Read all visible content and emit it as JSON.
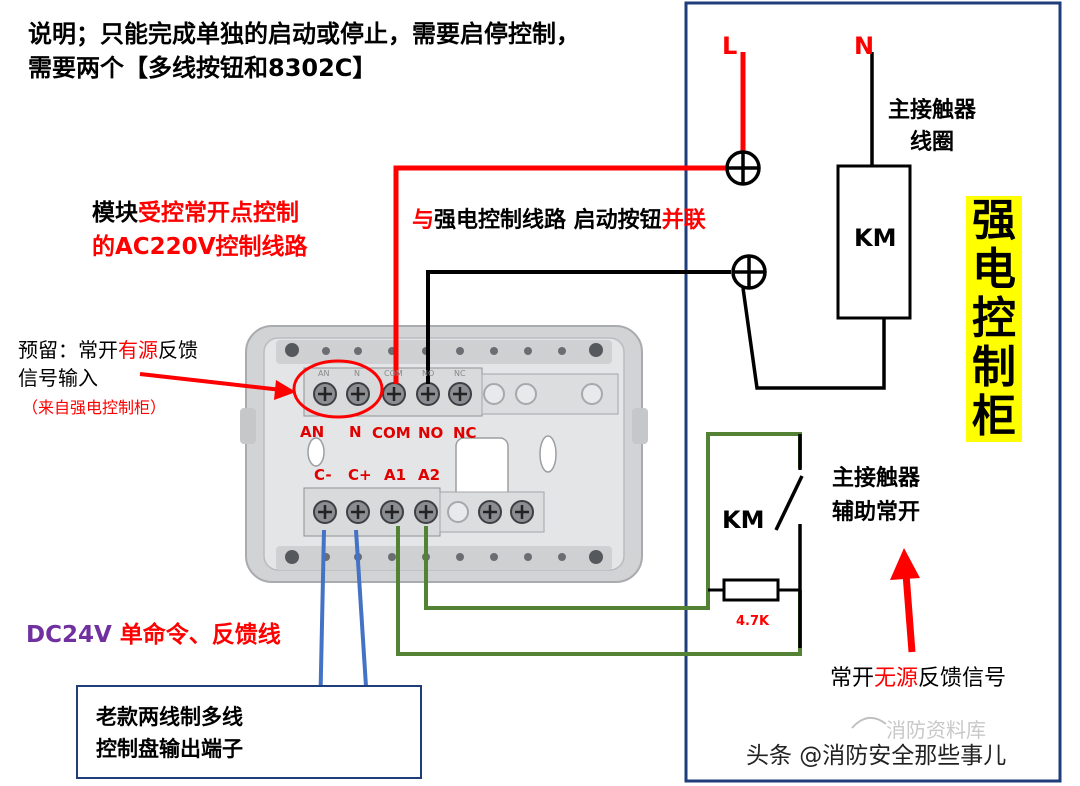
{
  "description_note": {
    "line1": "说明；只能完成单独的启动或停止，需要启停控制，",
    "line2": "需要两个【多线按钮和8302C】"
  },
  "labels": {
    "L": "L",
    "N": "N",
    "coil_line1": "主接触器",
    "coil_line2": "线圈",
    "KM_coil": "KM",
    "KM_contact": "KM",
    "aux_line1": "主接触器",
    "aux_line2": "辅助常开",
    "resistor": "4.7K",
    "cabinet_title": [
      "强",
      "电",
      "控",
      "制",
      "柜"
    ],
    "module_line1_a": "模块",
    "module_line1_b": "受控常开点控制",
    "module_line2_a": "的",
    "module_line2_b": "AC220V控制线路",
    "parallel_a": "与",
    "parallel_b": "强电控制线路 启动按钮",
    "parallel_c": "并联",
    "reserve_line1_a": "预留：常开",
    "reserve_line1_b": "有源",
    "reserve_line1_c": "反馈",
    "reserve_line2": "信号输入",
    "reserve_line3": "（来自强电控制柜）",
    "dc_a": "DC24V",
    "dc_b": " 单命令、反馈线",
    "passive_a": "常开",
    "passive_b": "无源",
    "passive_c": "反馈信号",
    "panel_line1": "老款两线制多线",
    "panel_line2": "控制盘输出端子",
    "watermark": "头条 @消防安全那些事儿",
    "watermark_faint": "消防资料库"
  },
  "terminals": {
    "top": [
      "AN",
      "N",
      "COM",
      "NO",
      "NC"
    ],
    "bottom": [
      "C-",
      "C+",
      "A1",
      "A2"
    ],
    "board_marks_top": [
      "AN",
      "N",
      "COM",
      "NO",
      "NC"
    ]
  },
  "colors": {
    "red_wire": "#ff0000",
    "black_wire": "#000000",
    "green_wire": "#548235",
    "blue_wire": "#4472c4",
    "cabinet_border": "#1f3d7a",
    "highlight": "#ffff00"
  }
}
